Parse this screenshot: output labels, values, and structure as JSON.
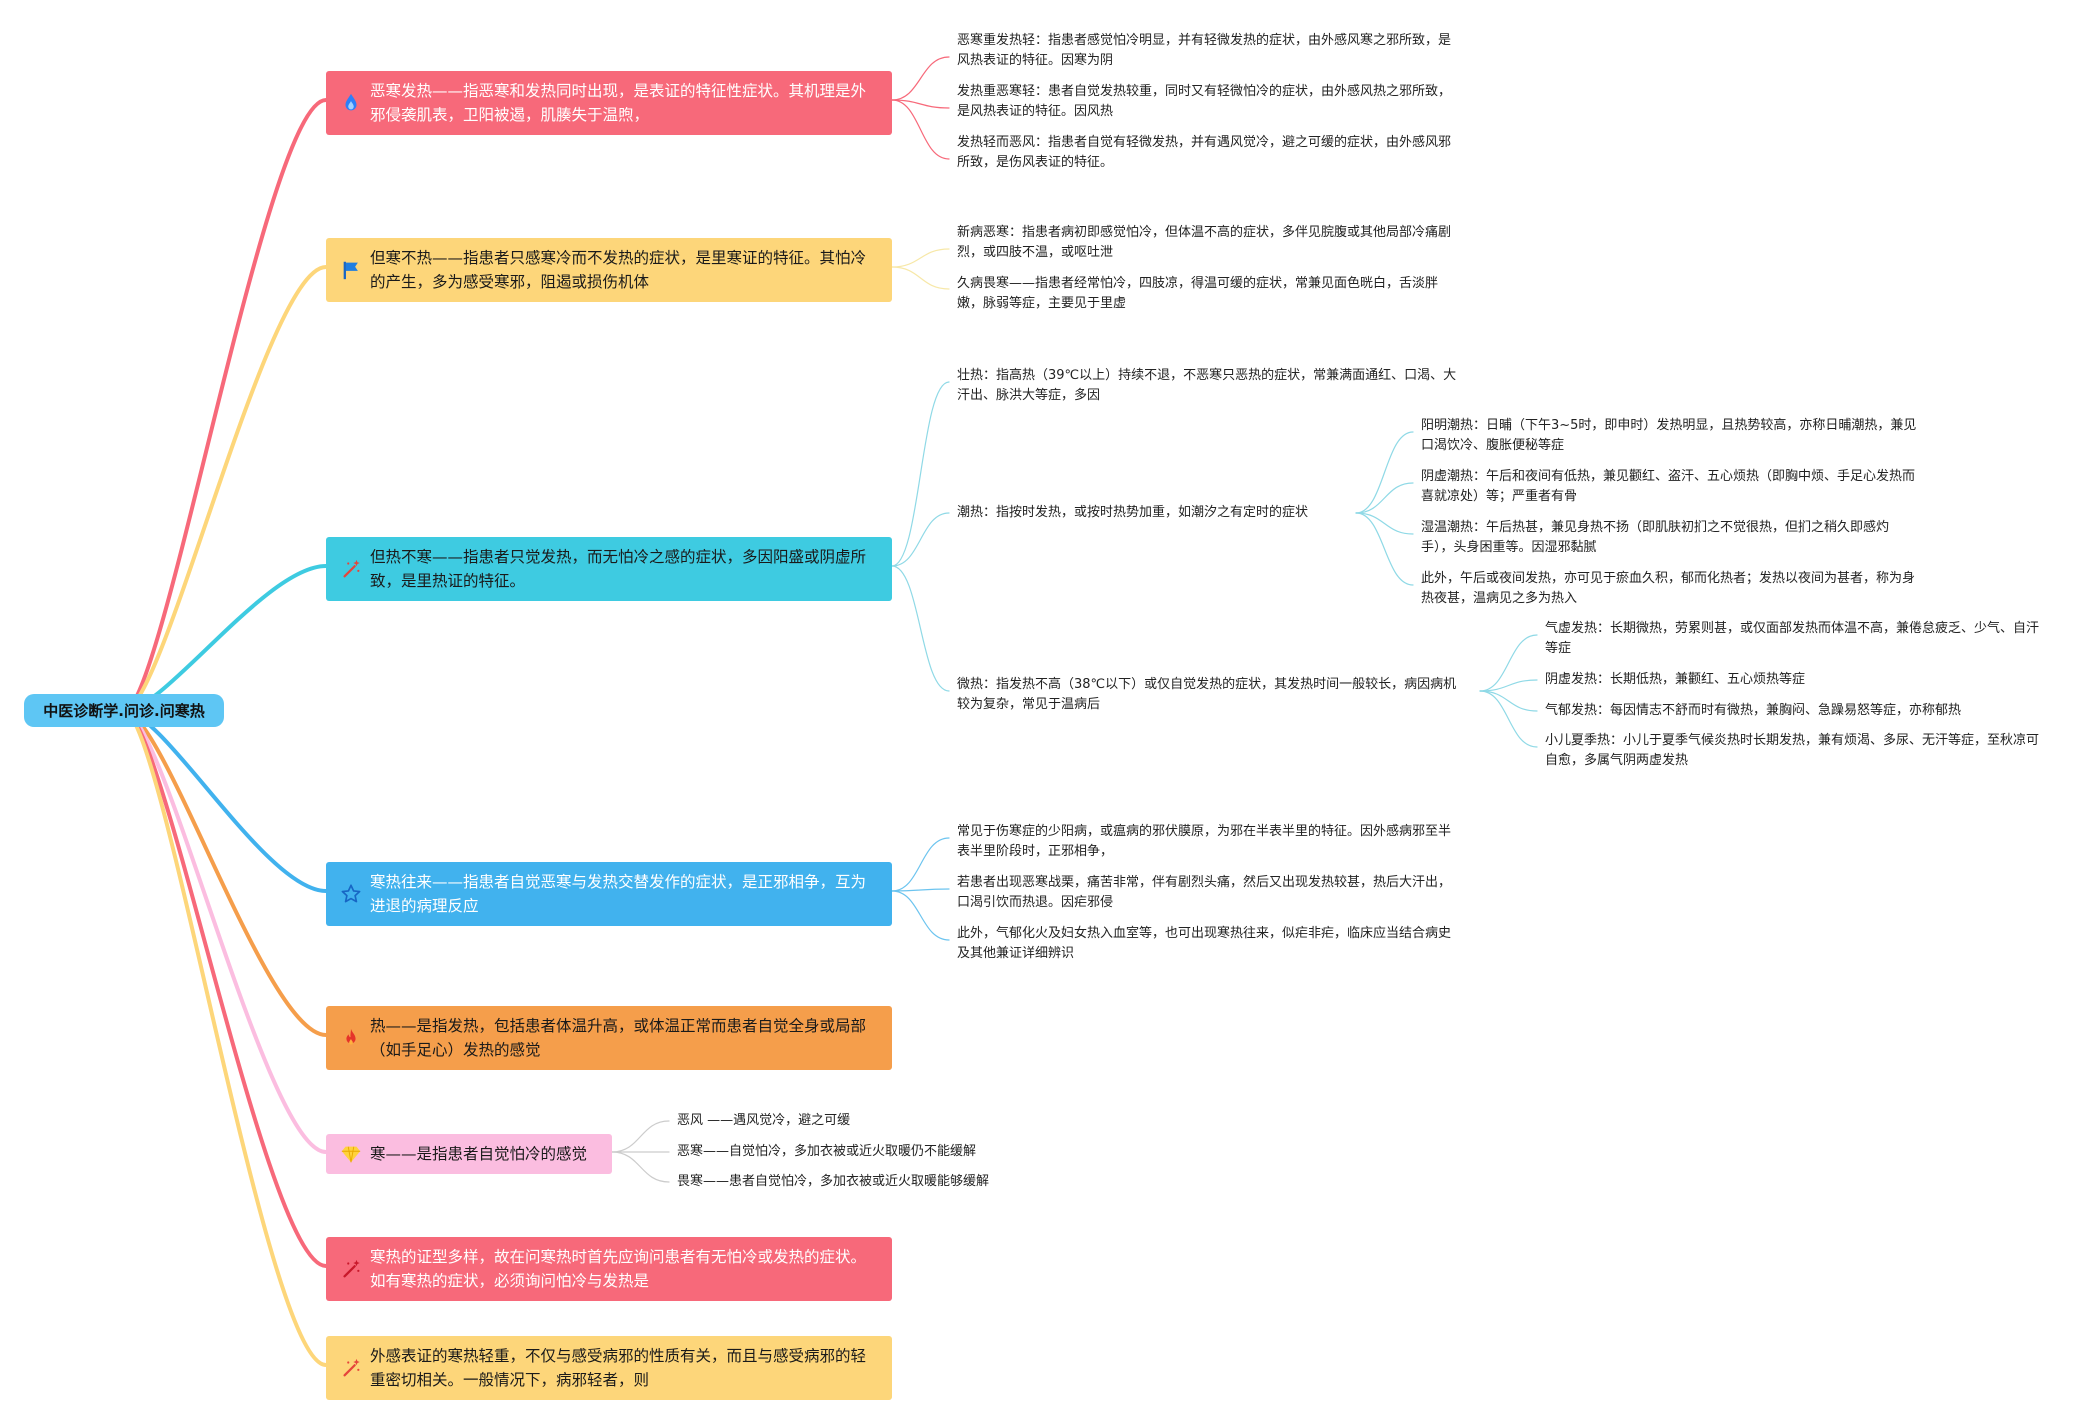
{
  "root": {
    "label": "中医诊断学.问诊.问寒热"
  },
  "colors": {
    "red": "#f7697a",
    "yellow": "#fdd67a",
    "cyan": "#3ecbe1",
    "blue": "#41b2ee",
    "orange": "#f59e4b",
    "pink": "#fbbde0",
    "root": "#5ec6f4",
    "leaf_line_grey": "#cccccc"
  },
  "topics": [
    {
      "label": "恶寒发热——指恶寒和发热同时出现，是表证的特征性症状。其机理是外邪侵袭肌表，卫阳被遏，肌腠失于温煦，",
      "icon": "flame-drop-icon",
      "color": "#f7697a",
      "children": [
        "恶寒重发热轻：指患者感觉怕冷明显，并有轻微发热的症状，由外感风寒之邪所致，是风热表证的特征。因寒为阴",
        "发热重恶寒轻：患者自觉发热较重，同时又有轻微怕冷的症状，由外感风热之邪所致，是风热表证的特征。因风热",
        "发热轻而恶风：指患者自觉有轻微发热，并有遇风觉冷，避之可缓的症状，由外感风邪所致，是伤风表证的特征。"
      ]
    },
    {
      "label": "但寒不热——指患者只感寒冷而不发热的症状，是里寒证的特征。其怕冷的产生，多为感受寒邪，阻遏或损伤机体",
      "icon": "flag-icon",
      "color": "#fdd67a",
      "children": [
        "新病恶寒：指患者病初即感觉怕冷，但体温不高的症状，多伴见脘腹或其他局部冷痛剧烈，或四肢不温，或呕吐泄",
        "久病畏寒——指患者经常怕冷，四肢凉，得温可缓的症状，常兼见面色晄白，舌淡胖嫩，脉弱等症，主要见于里虚"
      ]
    },
    {
      "label": "但热不寒——指患者只觉发热，而无怕冷之感的症状，多因阳盛或阴虚所致，是里热证的特征。",
      "icon": "magic-wand-icon",
      "color": "#3ecbe1",
      "children": [
        {
          "label": "壮热：指高热（39℃以上）持续不退，不恶寒只恶热的症状，常兼满面通红、口渴、大汗出、脉洪大等症，多因"
        },
        {
          "label": "潮热：指按时发热，或按时热势加重，如潮汐之有定时的症状",
          "children": [
            "阳明潮热：日晡（下午3~5时，即申时）发热明显，且热势较高，亦称日晡潮热，兼见口渴饮冷、腹胀便秘等症",
            "阴虚潮热：午后和夜间有低热，兼见颧红、盗汗、五心烦热（即胸中烦、手足心发热而喜就凉处）等；严重者有骨",
            "湿温潮热：午后热甚，兼见身热不扬（即肌肤初扪之不觉很热，但扪之稍久即感灼手），头身困重等。因湿邪黏腻",
            "此外，午后或夜间发热，亦可见于瘀血久积，郁而化热者；发热以夜间为甚者，称为身热夜甚，温病见之多为热入"
          ]
        },
        {
          "label": "微热：指发热不高（38℃以下）或仅自觉发热的症状，其发热时间一般较长，病因病机较为复杂，常见于温病后",
          "children": [
            "气虚发热：长期微热，劳累则甚，或仅面部发热而体温不高，兼倦怠疲乏、少气、自汗等症",
            "阴虚发热：长期低热，兼颧红、五心烦热等症",
            "气郁发热：每因情志不舒而时有微热，兼胸闷、急躁易怒等症，亦称郁热",
            "小儿夏季热：小儿于夏季气候炎热时长期发热，兼有烦渴、多尿、无汗等症，至秋凉可自愈，多属气阴两虚发热"
          ]
        }
      ]
    },
    {
      "label": "寒热往来——指患者自觉恶寒与发热交替发作的症状，是正邪相争，互为进退的病理反应",
      "icon": "star-icon",
      "color": "#41b2ee",
      "children": [
        "常见于伤寒症的少阳病，或瘟病的邪伏膜原，为邪在半表半里的特征。因外感病邪至半表半里阶段时，正邪相争，",
        "若患者出现恶寒战栗，痛苦非常，伴有剧烈头痛，然后又出现发热较甚，热后大汗出，口渴引饮而热退。因疟邪侵",
        "此外，气郁化火及妇女热入血室等，也可出现寒热往来，似疟非疟，临床应当结合病史及其他兼证详细辨识"
      ]
    },
    {
      "label": "热——是指发热，包括患者体温升高，或体温正常而患者自觉全身或局部（如手足心）发热的感觉",
      "icon": "fire-icon",
      "color": "#f59e4b",
      "children": []
    },
    {
      "label": "寒——是指患者自觉怕冷的感觉",
      "icon": "diamond-icon",
      "color": "#fbbde0",
      "children": [
        "恶风 ——遇风觉冷，避之可缓",
        "恶寒——自觉怕冷，多加衣被或近火取暖仍不能缓解",
        "畏寒——患者自觉怕冷，多加衣被或近火取暖能够缓解"
      ]
    },
    {
      "label": "寒热的证型多样，故在问寒热时首先应询问患者有无怕冷或发热的症状。如有寒热的症状，必须询问怕冷与发热是",
      "icon": "magic-wand-icon",
      "color": "#f7697a",
      "children": []
    },
    {
      "label": "外感表证的寒热轻重，不仅与感受病邪的性质有关，而且与感受病邪的轻重密切相关。一般情况下，病邪轻者，则",
      "icon": "magic-wand-icon",
      "color": "#fdd67a",
      "children": []
    }
  ]
}
